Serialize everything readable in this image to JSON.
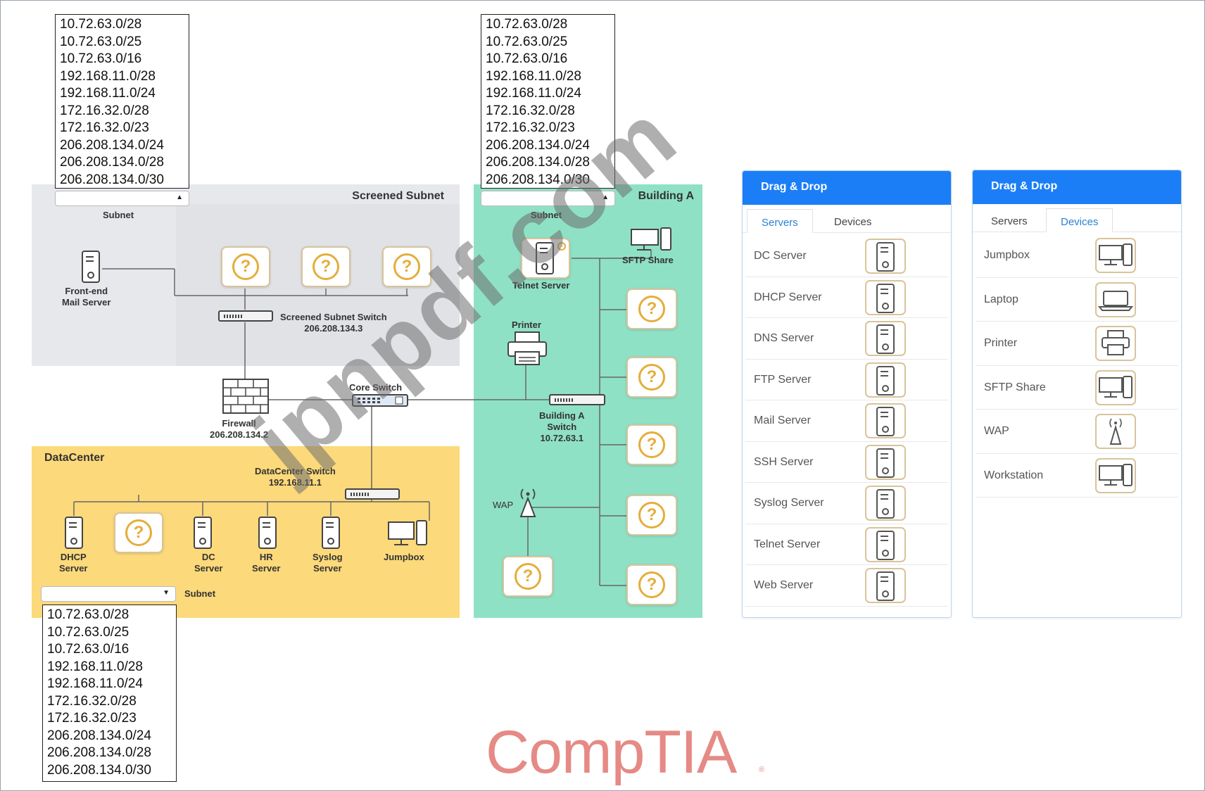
{
  "subnet_options": [
    "10.72.63.0/28",
    "10.72.63.0/25",
    "10.72.63.0/16",
    "192.168.11.0/28",
    "192.168.11.0/24",
    "172.16.32.0/28",
    "172.16.32.0/23",
    "206.208.134.0/24",
    "206.208.134.0/28",
    "206.208.134.0/30"
  ],
  "subnet_label": "Subnet",
  "zones": {
    "screened": {
      "title": "Screened Subnet"
    },
    "building": {
      "title": "Building A"
    },
    "datacenter": {
      "title": "DataCenter"
    }
  },
  "devices": {
    "mail": "Front-end\nMail Server",
    "screened_switch": "Screened Subnet Switch\n206.208.134.3",
    "firewall": "Firewall\n206.208.134.2",
    "core_switch": "Core Switch",
    "dc_switch": "DataCenter Switch\n192.168.11.1",
    "building_switch": "Building A\nSwitch\n10.72.63.1",
    "telnet": "Telnet Server",
    "sftp": "SFTP Share",
    "printer": "Printer",
    "wap": "WAP",
    "dhcp": "DHCP\nServer",
    "dc": "DC\nServer",
    "hr": "HR\nServer",
    "syslog": "Syslog\nServer",
    "jumpbox": "Jumpbox"
  },
  "panels": {
    "servers": {
      "title": "Drag & Drop",
      "tabs": [
        "Servers",
        "Devices"
      ],
      "active_tab": "Servers",
      "items": [
        "DC Server",
        "DHCP Server",
        "DNS Server",
        "FTP Server",
        "Mail Server",
        "SSH Server",
        "Syslog Server",
        "Telnet Server",
        "Web Server"
      ]
    },
    "devices": {
      "title": "Drag & Drop",
      "tabs": [
        "Servers",
        "Devices"
      ],
      "active_tab": "Devices",
      "items": [
        "Jumpbox",
        "Laptop",
        "Printer",
        "SFTP Share",
        "WAP",
        "Workstation"
      ]
    }
  },
  "placeholder_glyph": "?",
  "watermark": "jpnpdf.com",
  "logo": "CompTIA",
  "logo_mark": "®",
  "colors": {
    "accent": "#1c7ef7",
    "placeholder": "#e5ad3a",
    "screened": "#e7e8ec",
    "datacenter": "#fcd97a",
    "building": "#8fe1c6",
    "logo": "#e58a85"
  }
}
